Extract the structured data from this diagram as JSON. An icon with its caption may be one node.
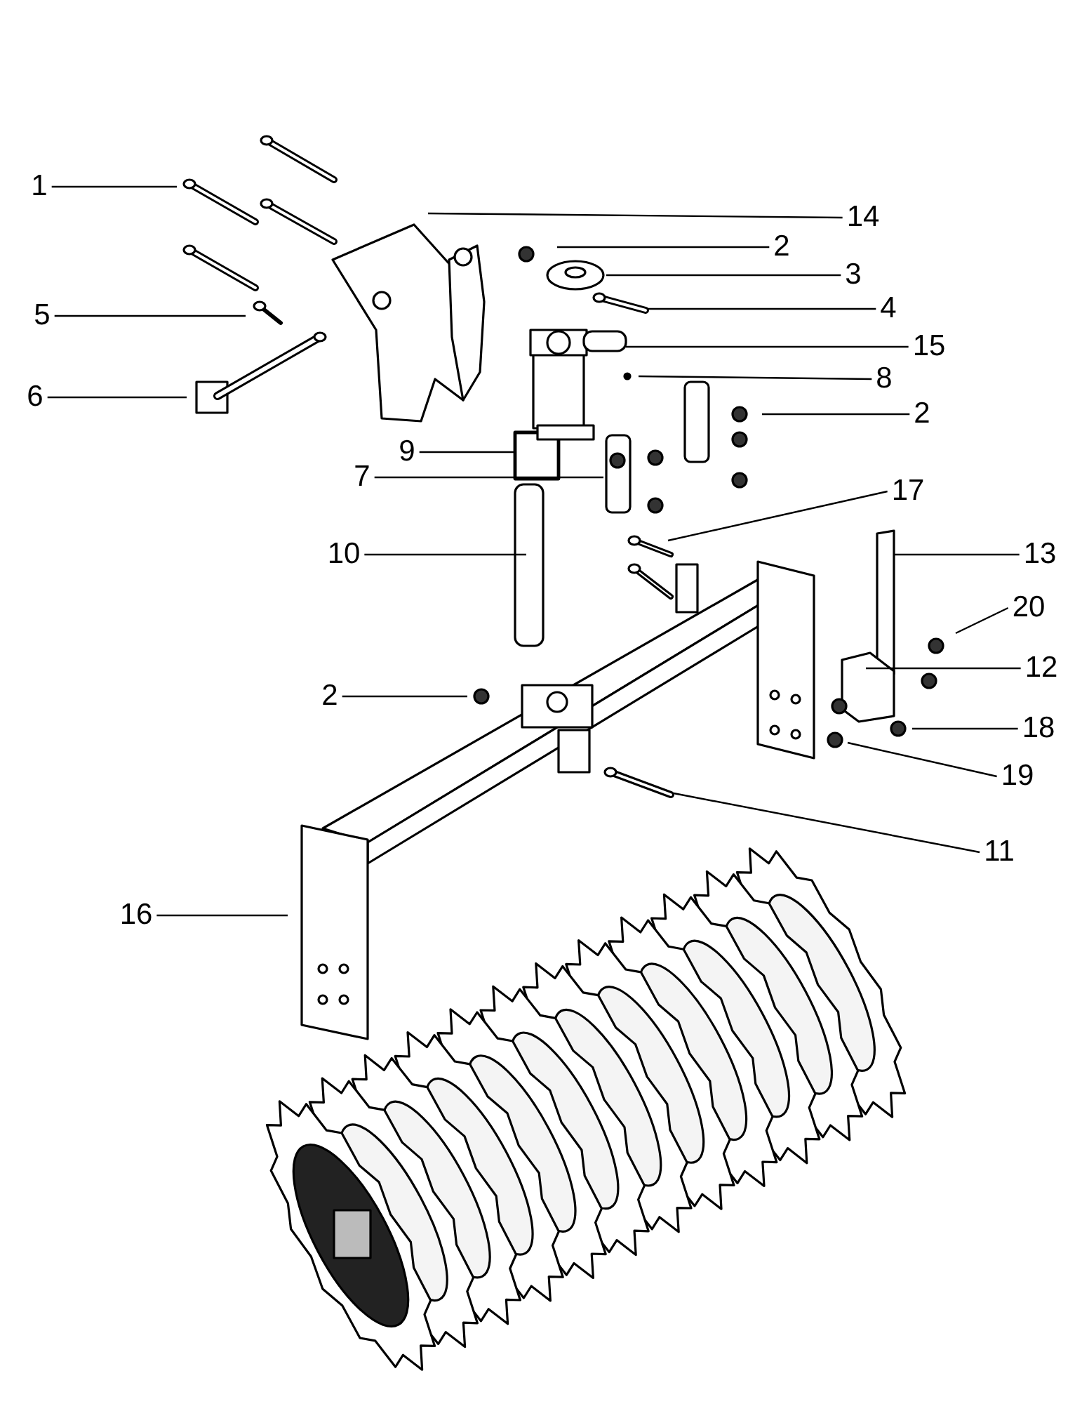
{
  "diagram": {
    "nodes": [
      {
        "text": [
          "1"
        ]
      },
      {
        "text": [
          "14"
        ]
      },
      {
        "text": [
          "2"
        ]
      },
      {
        "text": [
          "3"
        ]
      },
      {
        "text": [
          "5"
        ]
      },
      {
        "text": [
          "4"
        ]
      },
      {
        "text": [
          "15"
        ]
      },
      {
        "text": [
          "8"
        ]
      },
      {
        "text": [
          "6"
        ]
      },
      {
        "text": [
          "2"
        ]
      },
      {
        "text": [
          "9"
        ]
      },
      {
        "text": [
          "7"
        ]
      },
      {
        "text": [
          "17"
        ]
      },
      {
        "text": [
          "10"
        ]
      },
      {
        "text": [
          "13"
        ]
      },
      {
        "text": [
          "20"
        ]
      },
      {
        "text": [
          "2"
        ]
      },
      {
        "text": [
          "12"
        ]
      },
      {
        "text": [
          "18"
        ]
      },
      {
        "text": [
          "19"
        ]
      },
      {
        "text": [
          "11"
        ]
      },
      {
        "text": [
          "16"
        ]
      }
    ],
    "edges": [
      {
        "from": 0,
        "to": null,
        "arrow": "none"
      },
      {
        "from": 1,
        "to": null,
        "arrow": "none"
      },
      {
        "from": 2,
        "to": null,
        "arrow": "none"
      },
      {
        "from": 3,
        "to": null,
        "arrow": "none"
      },
      {
        "from": 4,
        "to": null,
        "arrow": "none"
      },
      {
        "from": 5,
        "to": null,
        "arrow": "none"
      },
      {
        "from": 6,
        "to": null,
        "arrow": "none"
      },
      {
        "from": 7,
        "to": null,
        "arrow": "none"
      },
      {
        "from": 8,
        "to": null,
        "arrow": "none"
      },
      {
        "from": 9,
        "to": null,
        "arrow": "none"
      },
      {
        "from": 10,
        "to": null,
        "arrow": "none"
      },
      {
        "from": 11,
        "to": null,
        "arrow": "none"
      },
      {
        "from": 12,
        "to": null,
        "arrow": "none"
      },
      {
        "from": 13,
        "to": null,
        "arrow": "none"
      },
      {
        "from": 14,
        "to": null,
        "arrow": "none"
      },
      {
        "from": 15,
        "to": null,
        "arrow": "none"
      },
      {
        "from": 16,
        "to": null,
        "arrow": "none"
      },
      {
        "from": 17,
        "to": null,
        "arrow": "none"
      },
      {
        "from": 18,
        "to": null,
        "arrow": "none"
      },
      {
        "from": 19,
        "to": null,
        "arrow": "none"
      },
      {
        "from": 20,
        "to": null,
        "arrow": "none"
      },
      {
        "from": 21,
        "to": null,
        "arrow": "none"
      }
    ]
  }
}
